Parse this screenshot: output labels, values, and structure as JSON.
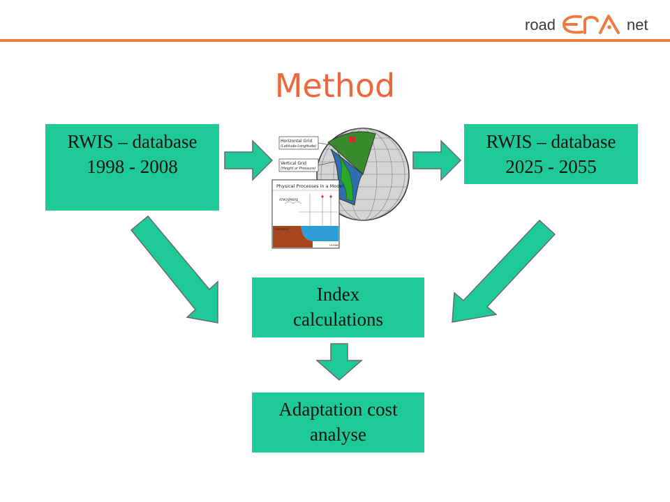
{
  "header": {
    "logo_left": "road",
    "logo_middle": "ERA",
    "logo_right": "net"
  },
  "title": "Method",
  "boxes": {
    "rwis_past": {
      "line1": "RWIS – database",
      "line2": "1998 - 2008"
    },
    "rwis_future": {
      "line1": "RWIS – database",
      "line2": "2025 - 2055"
    },
    "index": {
      "line1": "Index",
      "line2": "calculations"
    },
    "adaptation": {
      "line1": "Adaptation cost",
      "line2": "analyse"
    }
  },
  "model_image": {
    "horizontal_grid": "Horizontal Grid",
    "horizontal_grid_sub": "(Latitude-Longitude)",
    "vertical_grid": "Vertical Grid",
    "vertical_grid_sub": "(Height or Pressure)",
    "physical_processes": "Physical Processes in a Model",
    "atmosphere": "ATMOSPHERE",
    "continent": "CONTINENT",
    "ocean": "OCEAN"
  },
  "colors": {
    "box_fill": "#1ecb98",
    "title": "#f0663c",
    "header_line": "#f07a3c"
  }
}
